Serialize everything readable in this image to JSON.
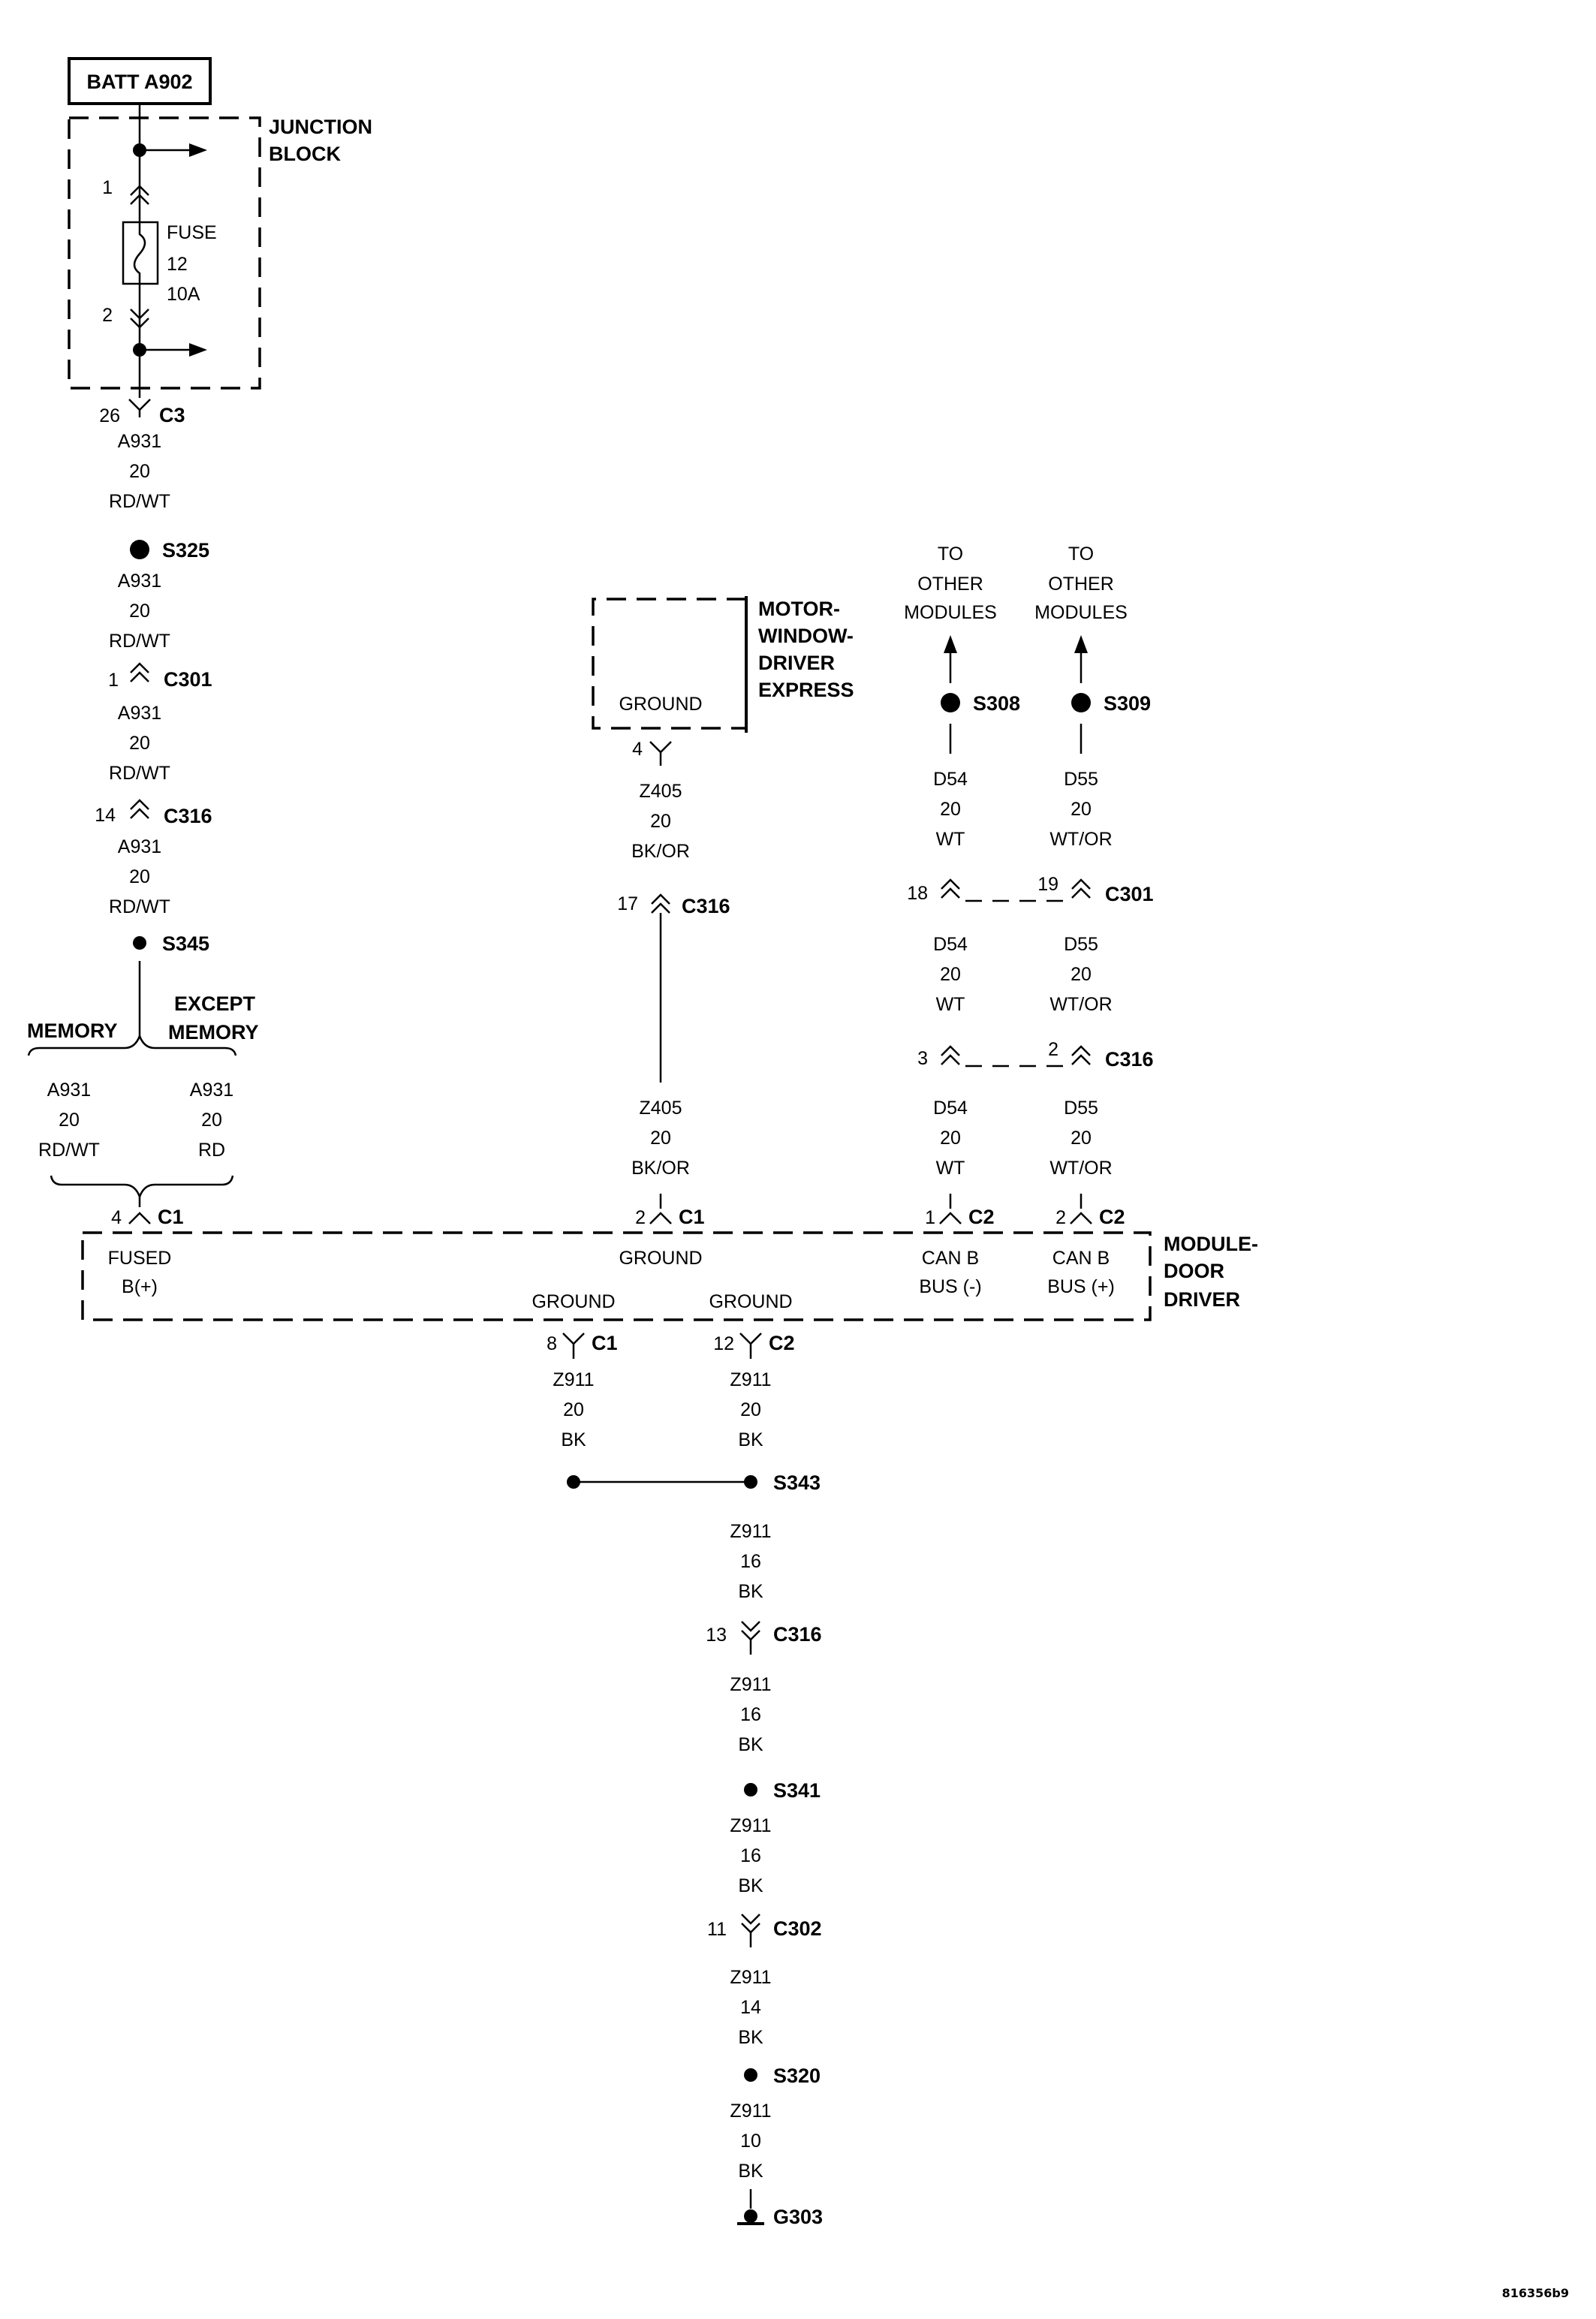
{
  "batt": "BATT A902",
  "junction_block": [
    "JUNCTION",
    "BLOCK"
  ],
  "fuse": {
    "label": "FUSE",
    "number": "12",
    "rating": "10A",
    "pin_in": "1",
    "pin_out": "2"
  },
  "left_chain": {
    "c3": {
      "pin": "26",
      "name": "C3"
    },
    "w1": [
      "A931",
      "20",
      "RD/WT"
    ],
    "s325": "S325",
    "w2": [
      "A931",
      "20",
      "RD/WT"
    ],
    "c301": {
      "pin": "1",
      "name": "C301"
    },
    "w3": [
      "A931",
      "20",
      "RD/WT"
    ],
    "c316": {
      "pin": "14",
      "name": "C316"
    },
    "w4": [
      "A931",
      "20",
      "RD/WT"
    ],
    "s345": "S345"
  },
  "memory": "MEMORY",
  "except_memory": [
    "EXCEPT",
    "MEMORY"
  ],
  "memory_wire": [
    "A931",
    "20",
    "RD/WT"
  ],
  "except_wire": [
    "A931",
    "20",
    "RD"
  ],
  "c1_left": {
    "pin": "4",
    "name": "C1"
  },
  "motor": {
    "title": [
      "MOTOR-",
      "WINDOW-",
      "DRIVER",
      "EXPRESS"
    ],
    "ground": "GROUND",
    "pin": "4"
  },
  "z405_top": [
    "Z405",
    "20",
    "BK/OR"
  ],
  "c316_mid": {
    "pin": "17",
    "name": "C316"
  },
  "z405_bottom": [
    "Z405",
    "20",
    "BK/OR"
  ],
  "c1_mid": {
    "pin": "2",
    "name": "C1"
  },
  "to_other_modules": [
    "TO",
    "OTHER",
    "MODULES"
  ],
  "s308": "S308",
  "s309": "S309",
  "d54_1": [
    "D54",
    "20",
    "WT"
  ],
  "d55_1": [
    "D55",
    "20",
    "WT/OR"
  ],
  "c301_right": {
    "pin_left": "18",
    "pin_right": "19",
    "name": "C301"
  },
  "d54_2": [
    "D54",
    "20",
    "WT"
  ],
  "d55_2": [
    "D55",
    "20",
    "WT/OR"
  ],
  "c316_right": {
    "pin_left": "3",
    "pin_right": "2",
    "name": "C316"
  },
  "d54_3": [
    "D54",
    "20",
    "WT"
  ],
  "d55_3": [
    "D55",
    "20",
    "WT/OR"
  ],
  "c2_a": {
    "pin": "1",
    "name": "C2"
  },
  "c2_b": {
    "pin": "2",
    "name": "C2"
  },
  "module": {
    "title": [
      "MODULE-",
      "DOOR",
      "DRIVER"
    ],
    "fused": [
      "FUSED",
      "B(+)"
    ],
    "ground": "GROUND",
    "canbus_minus": [
      "CAN B",
      "BUS (-)"
    ],
    "canbus_plus": [
      "CAN B",
      "BUS (+)"
    ],
    "ground_left": "GROUND",
    "ground_right": "GROUND"
  },
  "c1_ground": {
    "pin": "8",
    "name": "C1"
  },
  "c2_ground": {
    "pin": "12",
    "name": "C2"
  },
  "z911_left": [
    "Z911",
    "20",
    "BK"
  ],
  "z911_right": [
    "Z911",
    "20",
    "BK"
  ],
  "s343": "S343",
  "z911_a": [
    "Z911",
    "16",
    "BK"
  ],
  "c316_bottom": {
    "pin": "13",
    "name": "C316"
  },
  "z911_b": [
    "Z911",
    "16",
    "BK"
  ],
  "s341": "S341",
  "z911_c": [
    "Z911",
    "16",
    "BK"
  ],
  "c302": {
    "pin": "11",
    "name": "C302"
  },
  "z911_d": [
    "Z911",
    "14",
    "BK"
  ],
  "s320": "S320",
  "z911_e": [
    "Z911",
    "10",
    "BK"
  ],
  "g303": "G303",
  "figure_id": "816356b9"
}
